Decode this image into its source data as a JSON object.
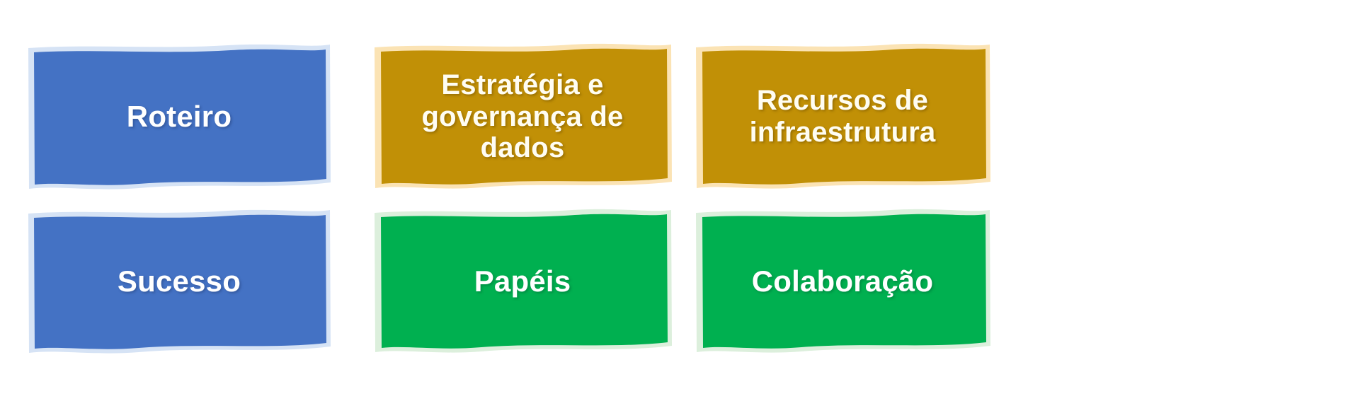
{
  "diagram": {
    "title": "",
    "background_color": "#FFFFFF",
    "style": "sketched-rounded-rectangles",
    "rows": 2,
    "columns": 3,
    "cards": [
      {
        "id": "roteiro",
        "label": "Roteiro",
        "fill_color": "#4472C4",
        "outline_color": "#D6E3F5",
        "text_color": "#FFFFFF",
        "row": 1,
        "column": 1
      },
      {
        "id": "estrategia",
        "label": "Estratégia e\ngovernança de\ndados",
        "fill_color": "#C19006",
        "outline_color": "#FBE3B4",
        "text_color": "#FFFDF2",
        "row": 1,
        "column": 2
      },
      {
        "id": "recursos",
        "label": "Recursos de\ninfraestrutura",
        "fill_color": "#C19006",
        "outline_color": "#FBE3B4",
        "text_color": "#FFFDF2",
        "row": 1,
        "column": 3
      },
      {
        "id": "sucesso",
        "label": "Sucesso",
        "fill_color": "#4472C4",
        "outline_color": "#D6E3F5",
        "text_color": "#FFFFFF",
        "row": 2,
        "column": 1
      },
      {
        "id": "papeis",
        "label": "Papéis",
        "fill_color": "#00B050",
        "outline_color": "#DCEFDC",
        "text_color": "#FFFFFF",
        "row": 2,
        "column": 2
      },
      {
        "id": "colaboracao",
        "label": "Colaboração",
        "fill_color": "#00B050",
        "outline_color": "#DCEFDC",
        "text_color": "#FFFFFF",
        "row": 2,
        "column": 3
      }
    ]
  }
}
